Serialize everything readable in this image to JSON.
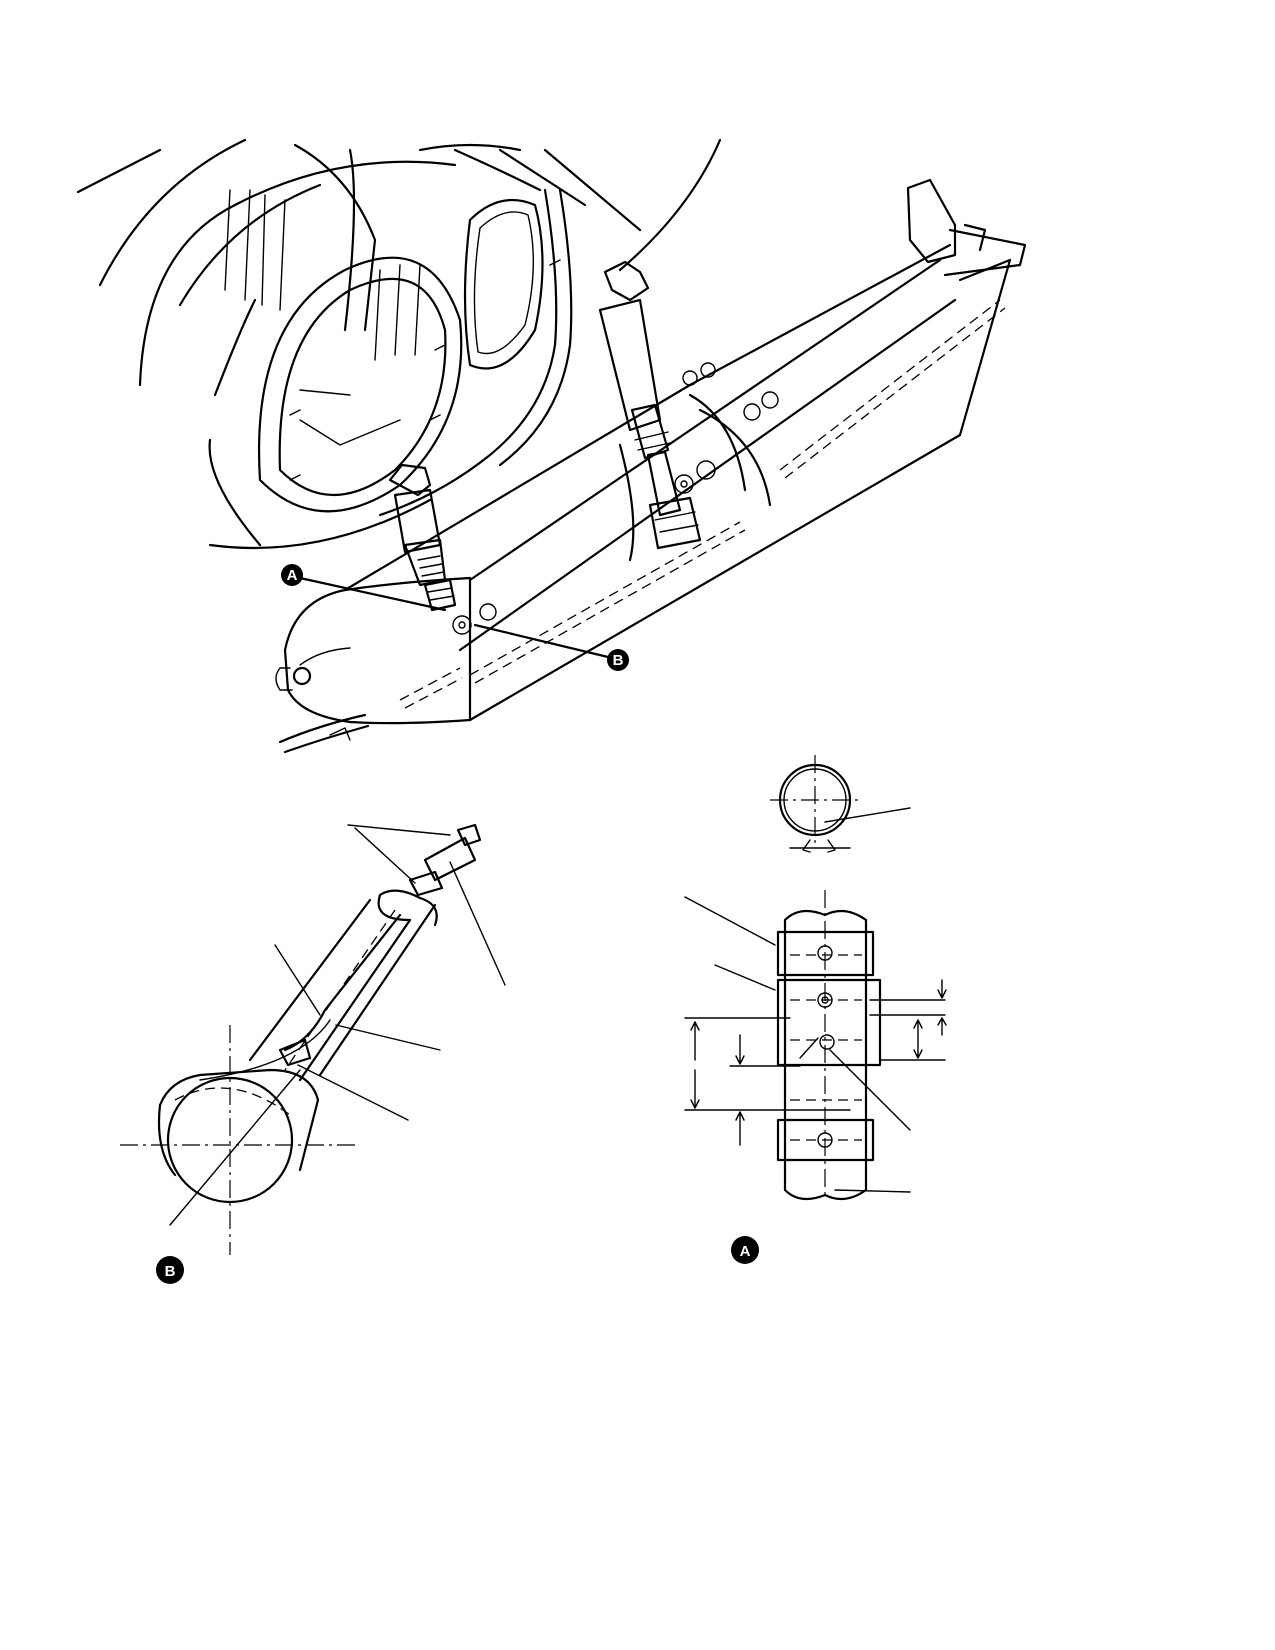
{
  "callouts": {
    "main_a": "A",
    "main_b": "B",
    "detail_b": "B",
    "detail_a": "A"
  },
  "colors": {
    "ink": "#000000",
    "paper": "#ffffff"
  }
}
